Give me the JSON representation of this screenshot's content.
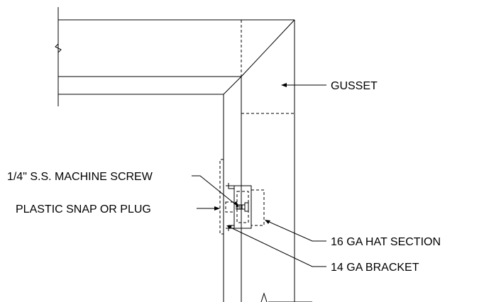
{
  "labels": {
    "gusset": "GUSSET",
    "machine_screw": "1/4\" S.S. MACHINE SCREW",
    "plastic_snap": "PLASTIC SNAP OR PLUG",
    "hat_section": "16 GA HAT SECTION",
    "bracket": "14 GA BRACKET"
  }
}
